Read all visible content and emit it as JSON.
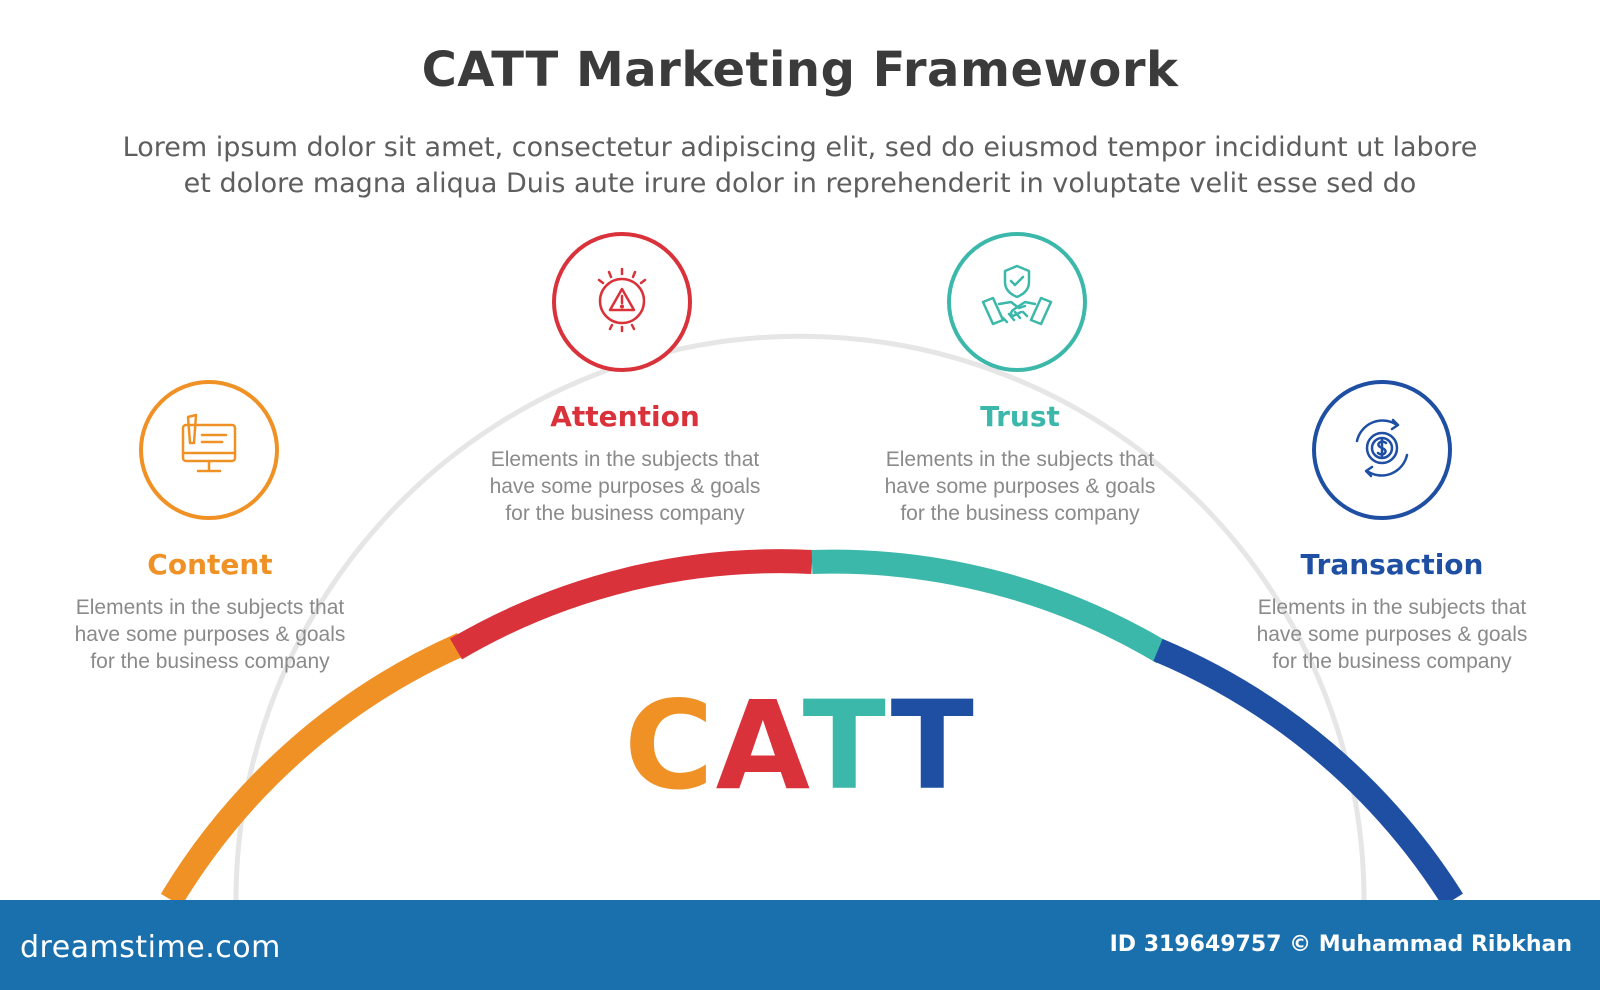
{
  "header": {
    "title": "CATT Marketing Framework",
    "subtitle_line1": "Lorem ipsum dolor sit amet, consectetur adipiscing elit, sed do eiusmod tempor incididunt ut labore",
    "subtitle_line2": "et dolore magna aliqua Duis aute irure dolor in reprehenderit in voluptate velit esse sed do"
  },
  "steps": [
    {
      "title": "Content",
      "icon": "computer-monitor-icon",
      "color": "#f09126",
      "desc_line1": "Elements in the subjects that",
      "desc_line2": "have  some purposes & goals",
      "desc_line3": "for the  business company"
    },
    {
      "title": "Attention",
      "icon": "warning-triangle-icon",
      "color": "#d9323a",
      "desc_line1": "Elements in the subjects that",
      "desc_line2": "have  some purposes & goals",
      "desc_line3": "for the  business company"
    },
    {
      "title": "Trust",
      "icon": "handshake-shield-icon",
      "color": "#3cb8ab",
      "desc_line1": "Elements in the subjects that",
      "desc_line2": "have  some purposes & goals",
      "desc_line3": "for the  business company"
    },
    {
      "title": "Transaction",
      "icon": "dollar-cycle-icon",
      "color": "#1e4fa3",
      "desc_line1": "Elements in the subjects that",
      "desc_line2": "have  some purposes & goals",
      "desc_line3": "for the  business company"
    }
  ],
  "catt": {
    "letter_c": "C",
    "letter_a": "A",
    "letter_t1": "T",
    "letter_t2": "T"
  },
  "footer": {
    "logo": "dreamstime.com",
    "credit": "ID 319649757 © Muhammad Ribkhan"
  }
}
